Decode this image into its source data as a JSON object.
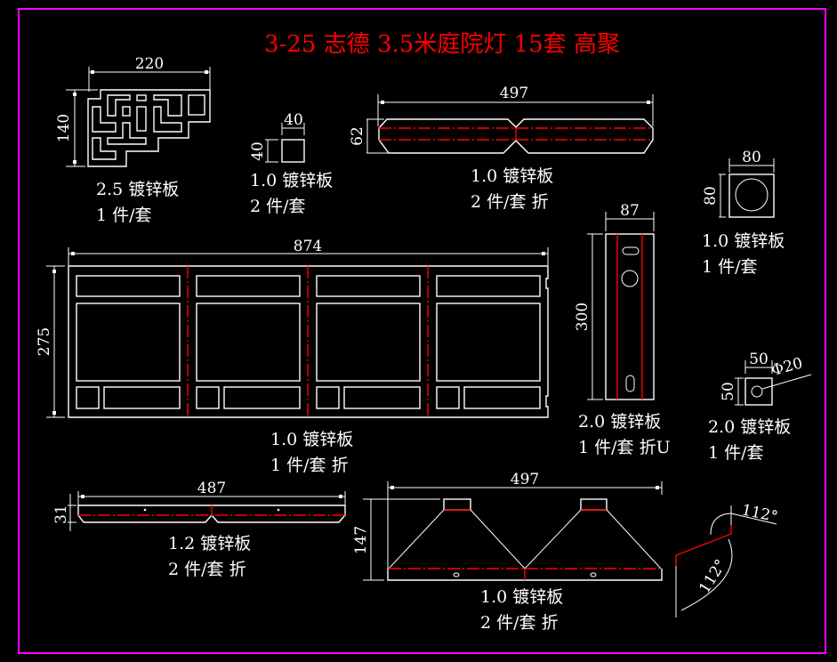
{
  "title": "3-25 志德 3.5米庭院灯 15套 高聚",
  "colors": {
    "background": "#000000",
    "frame": "#ff00ff",
    "title": "#ff0000",
    "geometry": "#ffffff",
    "fold_line": "#ff0000"
  },
  "parts": [
    {
      "id": "lattice-panel",
      "dims": {
        "width": "220",
        "height": "140"
      },
      "material": "2.5 镀锌板",
      "qty": "1 件/套"
    },
    {
      "id": "small-square",
      "dims": {
        "width": "40",
        "height": "40"
      },
      "material": "1.0 镀锌板",
      "qty": "2 件/套"
    },
    {
      "id": "top-strip",
      "dims": {
        "width": "497",
        "height": "62"
      },
      "material": "1.0 镀锌板",
      "qty": "2 件/套 折"
    },
    {
      "id": "square-with-circle",
      "dims": {
        "width": "80",
        "height": "80"
      },
      "material": "1.0 镀锌板",
      "qty": "1 件/套"
    },
    {
      "id": "main-panel",
      "dims": {
        "width": "874",
        "height": "275"
      },
      "material": "1.0 镀锌板",
      "qty": "1 件/套 折"
    },
    {
      "id": "u-bracket",
      "dims": {
        "width": "87",
        "height": "300"
      },
      "material": "2.0 镀锌板",
      "qty": "1 件/套 折U"
    },
    {
      "id": "small-plate-hole",
      "dims": {
        "width": "50",
        "height": "50",
        "hole": "Φ20"
      },
      "material": "2.0 镀锌板",
      "qty": "1 件/套"
    },
    {
      "id": "bottom-strip",
      "dims": {
        "width": "487",
        "height": "31"
      },
      "material": "1.2 镀锌板",
      "qty": "2 件/套 折"
    },
    {
      "id": "trapezoid-panel",
      "dims": {
        "width": "497",
        "height": "147"
      },
      "material": "1.0 镀锌板",
      "qty": "2 件/套 折"
    },
    {
      "id": "bend-angle",
      "dims": {
        "angle_top": "112°",
        "angle_bottom": "112°"
      }
    }
  ]
}
